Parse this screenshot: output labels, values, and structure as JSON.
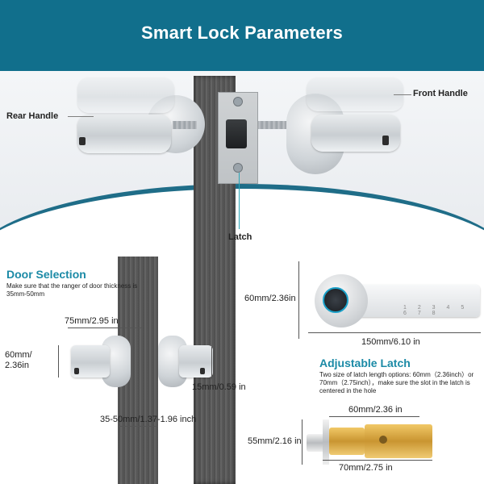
{
  "header": {
    "title": "Smart Lock Parameters"
  },
  "top_labels": {
    "rear_handle": "Rear Handle",
    "front_handle": "Front Handle",
    "latch": "Latch"
  },
  "door_selection": {
    "title": "Door Selection",
    "note": "Make sure that the ranger of door thickness is 35mm-50mm",
    "dim_width": "75mm/2.95 in",
    "dim_height_mm": "60mm/",
    "dim_height_in": "2.36in",
    "dim_depth": "15mm/0.59 in",
    "dim_thickness": "35-50mm/1.37-1.96 inch"
  },
  "front_dims": {
    "height": "60mm/2.36in",
    "length": "150mm/6.10 in"
  },
  "adjustable_latch": {
    "title": "Adjustable Latch",
    "note": "Two size of latch length options: 60mm（2.36inch）or 70mm（2.75inch），make sure the slot in the latch is centered in the hole",
    "dim_60": "60mm/2.36 in",
    "dim_height": "55mm/2.16 in",
    "dim_70": "70mm/2.75 in"
  },
  "keypad": {
    "keys": "1 2 3 4 5 6 7 8"
  },
  "colors": {
    "banner": "#116f8c",
    "accent": "#1b8aa6",
    "sensor_ring": "#1aa0c8"
  }
}
